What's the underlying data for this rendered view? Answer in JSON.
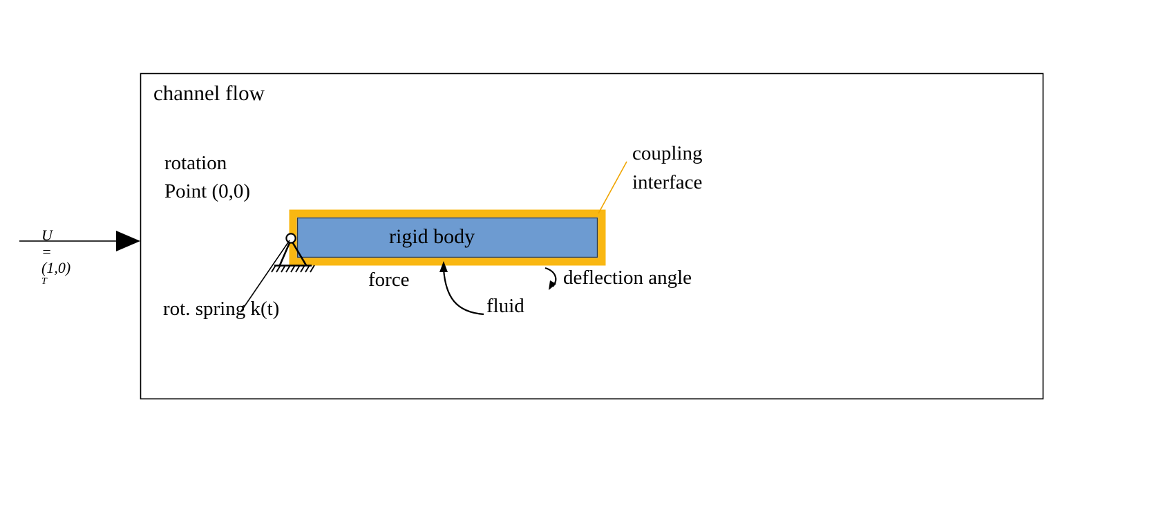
{
  "figure": {
    "kind": "fluid-structure-interaction-schematic",
    "frame": {
      "label": "channel flow"
    },
    "colors": {
      "body_fill": "#6d9bd1",
      "body_stroke": "#2f3a46",
      "coupling_interface": "#f9b712",
      "frame_stroke": "#000000",
      "leader_line": "#f0a500",
      "text": "#000000",
      "background": "#ffffff"
    },
    "inlet": {
      "velocity_label_symbol": "U",
      "velocity_label_equals": "=",
      "velocity_label_value": "(1,0)",
      "velocity_label_superscript": "T",
      "velocity_label_full": "U =(1,0)T",
      "arrow_direction": "right"
    },
    "annotations": [
      {
        "id": "channel-flow",
        "text": "channel flow"
      },
      {
        "id": "rotation-line1",
        "text": "rotation"
      },
      {
        "id": "rotation-line2",
        "text": "Point (0,0)"
      },
      {
        "id": "coupling-line1",
        "text": "coupling"
      },
      {
        "id": "coupling-line2",
        "text": "interface"
      },
      {
        "id": "rigid-body",
        "text": "rigid body"
      },
      {
        "id": "rot-spring",
        "text": "rot. spring k(t)"
      },
      {
        "id": "force",
        "text": "force"
      },
      {
        "id": "fluid",
        "text": "fluid"
      },
      {
        "id": "deflection",
        "text": "deflection angle"
      }
    ],
    "body": {
      "label": "rigid body",
      "rotation_point": "(0,0)",
      "support_type": "pin-joint-with-rotational-spring"
    }
  }
}
